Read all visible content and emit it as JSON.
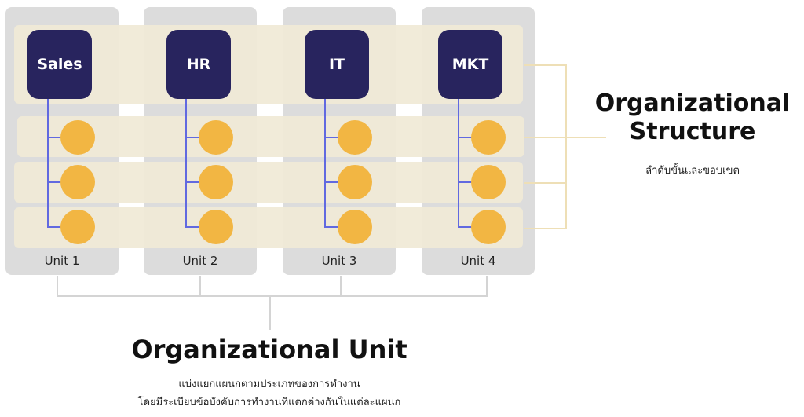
{
  "departments": [
    "Sales",
    "HR",
    "IT",
    "MKT"
  ],
  "units": [
    "Unit 1",
    "Unit 2",
    "Unit 3",
    "Unit 4"
  ],
  "structure": {
    "title_line1": "Organizational",
    "title_line2": "Structure",
    "subtitle": "ลำดับขั้นและขอบเขต"
  },
  "unit_section": {
    "title": "Organizational Unit",
    "desc_line1": "แบ่งแยกแผนกตามประเภทของการทำงาน",
    "desc_line2": "โดยมีระเบียบข้อบังคับการทำงานที่แตกต่างกันในแต่ละแผนก"
  },
  "colors": {
    "department_box": "#28245e",
    "member_circle": "#f2b643",
    "connector_line": "#6169e0",
    "band": "#f0ead6",
    "column": "#dcdcdc"
  }
}
